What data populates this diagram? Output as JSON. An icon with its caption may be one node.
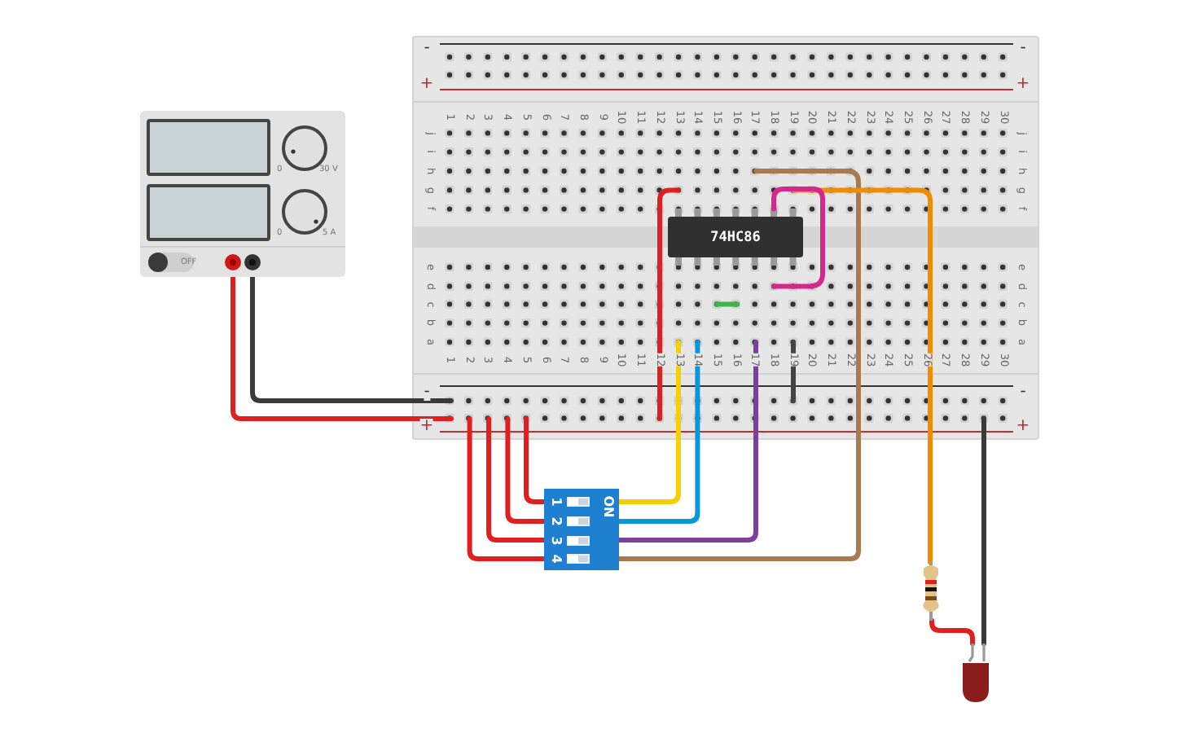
{
  "diagram": {
    "nodes": [
      {
        "text": [
          "0",
          "30 V",
          "0",
          "5 A",
          "OFF"
        ]
      },
      {
        "text": [],
        "shape": "breadboard"
      },
      {
        "text": [
          "74HC86"
        ],
        "in": 1
      },
      {
        "text": [
          "ON",
          "1",
          "2",
          "3",
          "4"
        ]
      },
      {
        "text": [],
        "shape": "resistor"
      },
      {
        "text": [],
        "shape": "led"
      }
    ],
    "edges": [
      {
        "from": 0,
        "to": 1,
        "arrow": "none",
        "color": "#e02020"
      },
      {
        "from": 0,
        "to": 1,
        "arrow": "none",
        "color": "#3a3a3a"
      },
      {
        "from": 1,
        "to": 3,
        "arrow": "none",
        "color": "#e02020"
      },
      {
        "from": 1,
        "to": 3,
        "arrow": "none",
        "color": "#e02020"
      },
      {
        "from": 1,
        "to": 3,
        "arrow": "none",
        "color": "#e02020"
      },
      {
        "from": 1,
        "to": 3,
        "arrow": "none",
        "color": "#e02020"
      },
      {
        "from": 3,
        "to": 1,
        "arrow": "none",
        "color": "#f5d000"
      },
      {
        "from": 3,
        "to": 1,
        "arrow": "none",
        "color": "#0a97d9"
      },
      {
        "from": 3,
        "to": 1,
        "arrow": "none",
        "color": "#7b3f9c"
      },
      {
        "from": 3,
        "to": 1,
        "arrow": "none",
        "color": "#a87a50"
      },
      {
        "from": 4,
        "to": 1,
        "arrow": "none",
        "color": "#f08c00"
      },
      {
        "from": 4,
        "to": 5,
        "arrow": "none",
        "color": "#e02020"
      },
      {
        "from": 5,
        "to": 1,
        "arrow": "none",
        "color": "#3a3a3a"
      }
    ],
    "labels": [
      "-",
      "-",
      "+",
      "+",
      "1",
      "2",
      "3",
      "4",
      "5",
      "6",
      "7",
      "8",
      "9",
      "10",
      "11",
      "12",
      "13",
      "14",
      "15",
      "16",
      "17",
      "18",
      "19",
      "20",
      "21",
      "22",
      "23",
      "24",
      "25",
      "26",
      "27",
      "28",
      "29",
      "30",
      "j",
      "i",
      "h",
      "g",
      "f",
      "e",
      "d",
      "c",
      "b",
      "a",
      "j",
      "i",
      "h",
      "g",
      "f",
      "e",
      "d",
      "c",
      "b",
      "a",
      "1",
      "2",
      "3",
      "4",
      "5",
      "6",
      "7",
      "8",
      "9",
      "10",
      "11",
      "12",
      "13",
      "14",
      "15",
      "16",
      "17",
      "18",
      "19",
      "20",
      "21",
      "22",
      "23",
      "24",
      "25",
      "26",
      "27",
      "28",
      "29",
      "30",
      "-",
      "-",
      "+",
      "+"
    ]
  }
}
